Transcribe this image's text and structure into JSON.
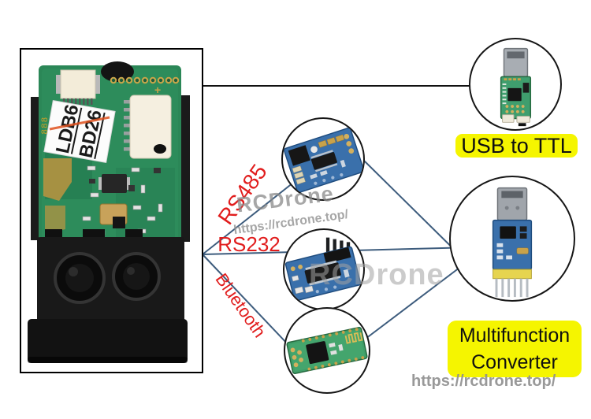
{
  "connection_labels": {
    "rs485": "RS485",
    "rs232": "RS232",
    "bluetooth": "Bluetooth"
  },
  "callouts": {
    "usb_ttl": "USB to TTL",
    "multifunction_line1": "Multifunction",
    "multifunction_line2": "Converter"
  },
  "sensor_label": {
    "line1": "LDB6",
    "line2": "BD26",
    "silk": "888",
    "plus_silk": "+"
  },
  "watermarks": {
    "brand_mid": "RCDrone",
    "url_mid": "https://rcdrone.top/",
    "brand_low": "RCDrone",
    "url_bottom": "https://rcdrone.top/"
  },
  "colors": {
    "label_red": "#e11d1d",
    "highlight_yellow": "#f5f500",
    "connector_blue": "#3d5c7d",
    "pcb_green": "#2b8757",
    "module_blue": "#3a70ab",
    "module_green": "#3f9e6e"
  }
}
